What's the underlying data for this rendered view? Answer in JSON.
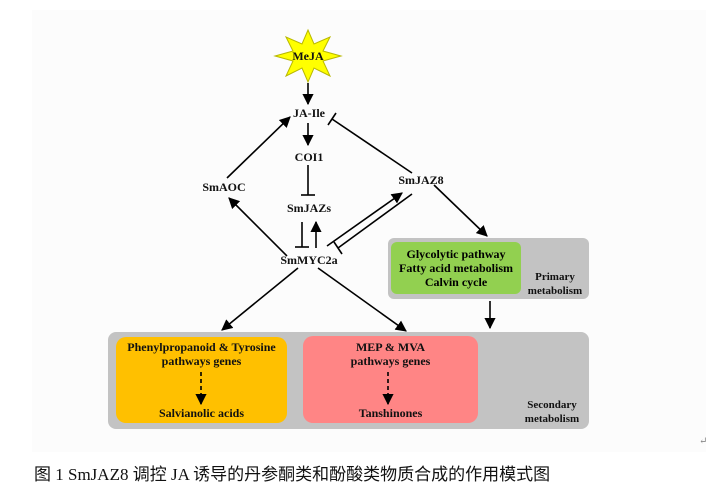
{
  "nodes": {
    "meja": "MeJA",
    "ja_ile": "JA-Ile",
    "coi1": "COI1",
    "smjazs": "SmJAZs",
    "smmyc2a": "SmMYC2a",
    "smaoc": "SmAOC",
    "smjaz8": "SmJAZ8"
  },
  "primary": {
    "items": [
      "Glycolytic pathway",
      "Fatty acid metabolism",
      "Calvin cycle"
    ],
    "label": [
      "Primary",
      "metabolism"
    ]
  },
  "secondary": {
    "phenylpropanoid": {
      "title": [
        "Phenylpropanoid & Tyrosine",
        "pathways genes"
      ],
      "product": "Salvianolic acids"
    },
    "mep_mva": {
      "title": [
        "MEP & MVA",
        "pathways genes"
      ],
      "product": "Tanshinones"
    },
    "label": [
      "Secondary",
      "metabolism"
    ]
  },
  "caption": "图 1 SmJAZ8 调控 JA 诱导的丹参酮类和酚酸类物质合成的作用模式图",
  "paragraph_mark": "↵",
  "colors": {
    "star": "#ffff00",
    "primary_box": "#c3c3c3",
    "green_box": "#92d050",
    "orange_box": "#ffc000",
    "pink_box": "#ff8585"
  }
}
